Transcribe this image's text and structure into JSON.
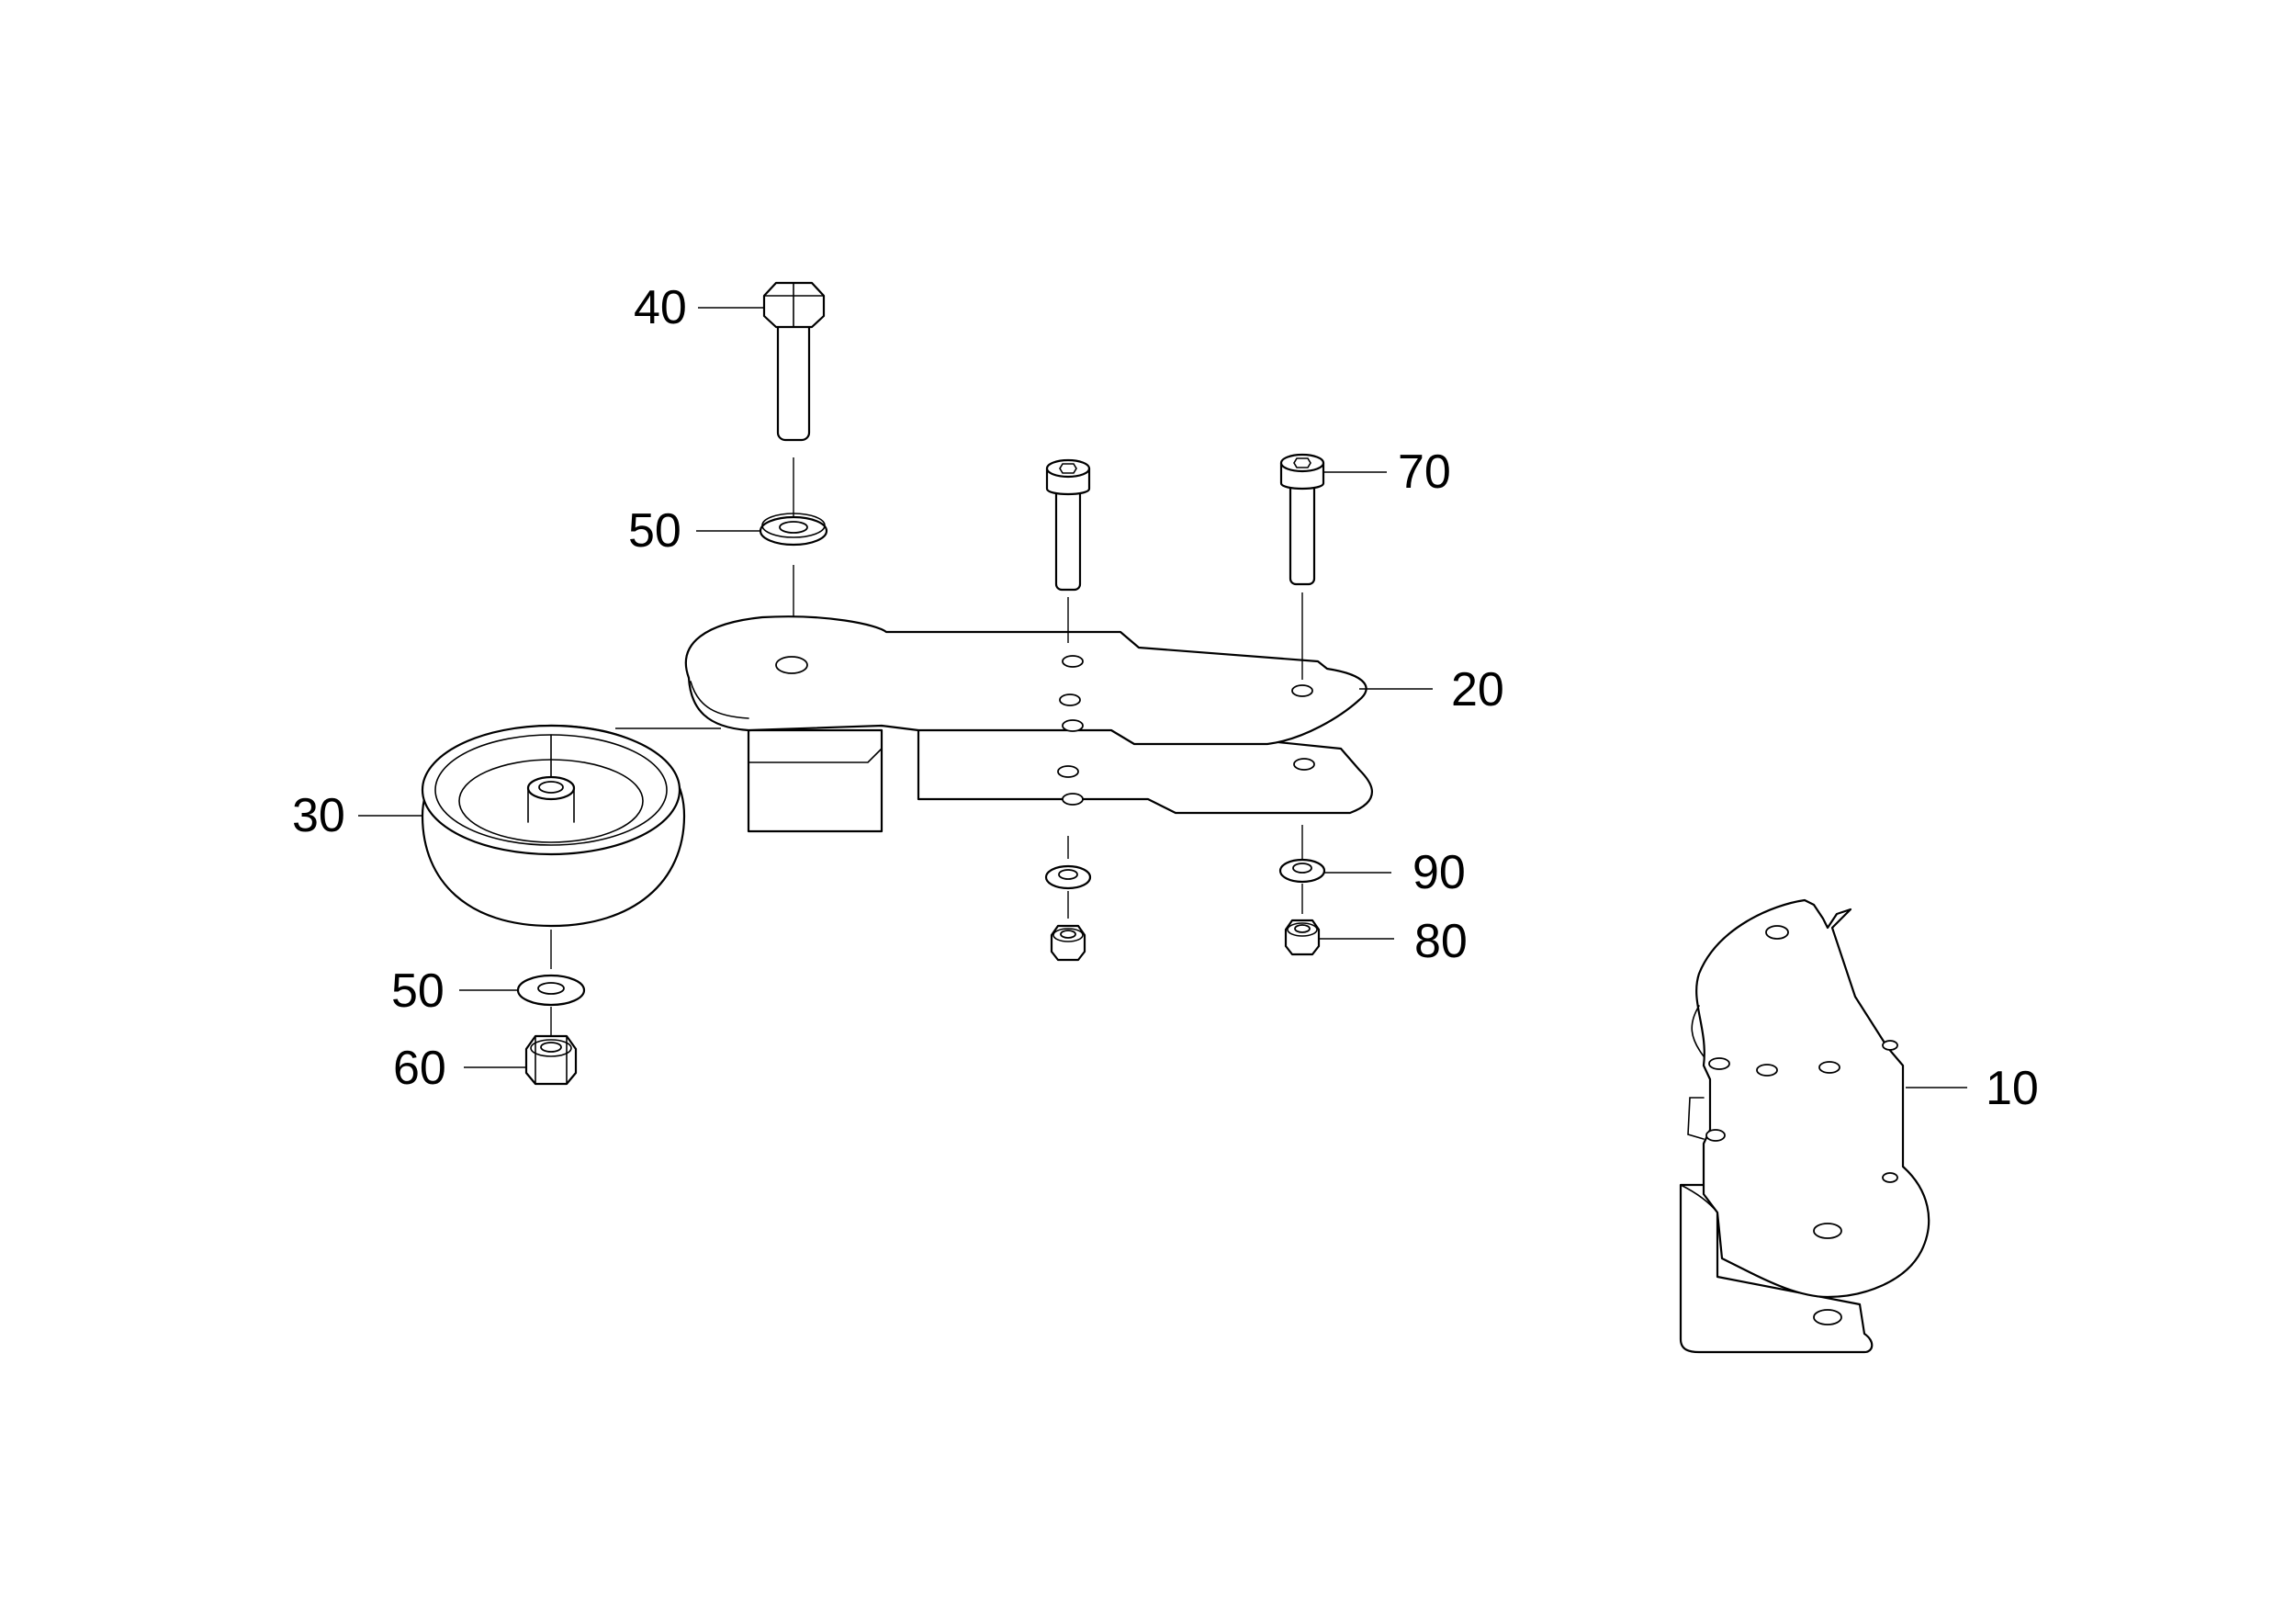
{
  "callouts": {
    "c10": "10",
    "c20": "20",
    "c30": "30",
    "c40": "40",
    "c50_top": "50",
    "c50_bottom": "50",
    "c60": "60",
    "c70": "70",
    "c80": "80",
    "c90": "90"
  }
}
